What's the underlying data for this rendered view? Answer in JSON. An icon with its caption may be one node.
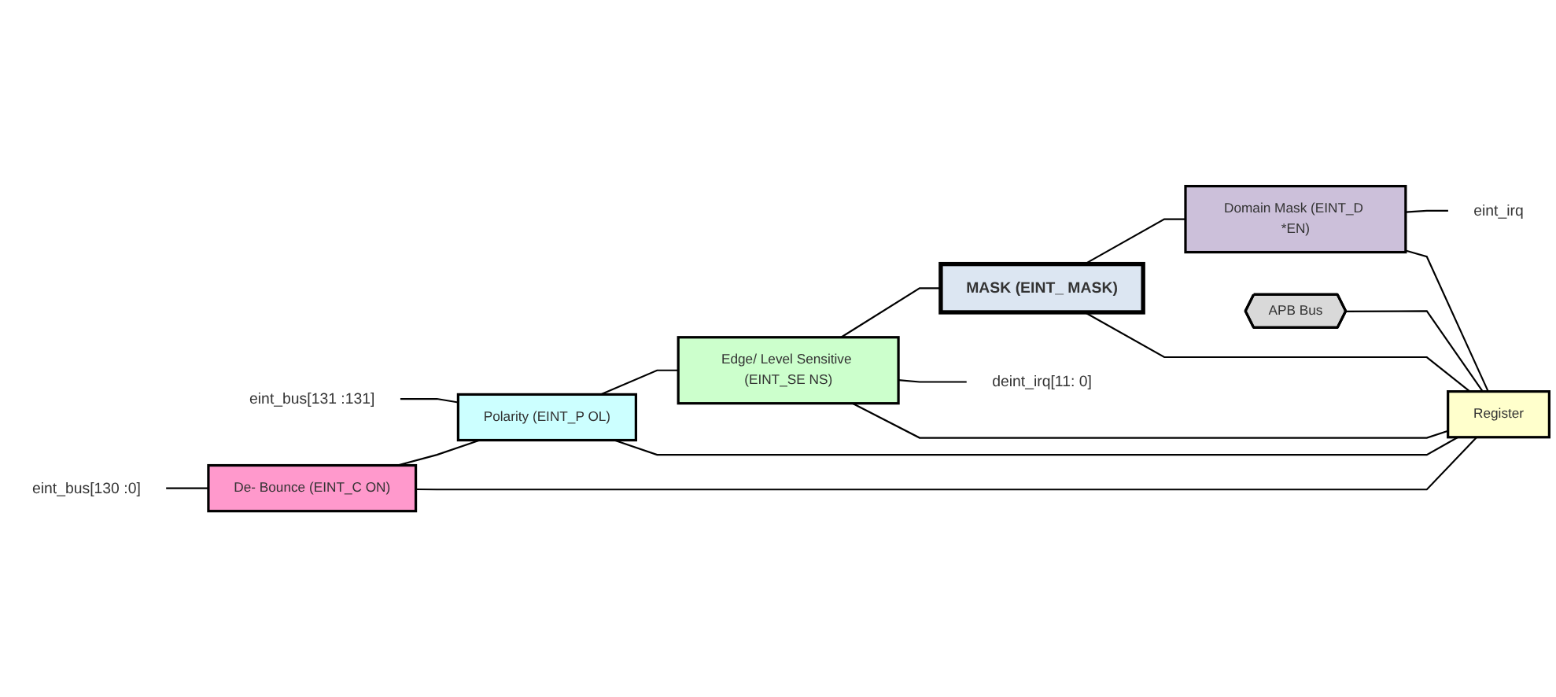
{
  "diagram": {
    "nodes": [
      {
        "text": [
          "eint_bus[131 :131]"
        ]
      },
      {
        "text": [
          "eint_bus[130 :0]"
        ]
      },
      {
        "text": [
          "De- Bounce (EINT_C ON)"
        ]
      },
      {
        "text": [
          "Polarity (EINT_P OL)"
        ]
      },
      {
        "text": [
          "Edge/ Level Sensitive (EINT_SE NS)"
        ]
      },
      {
        "text": [
          "MASK (EINT_ MASK)"
        ]
      },
      {
        "text": [
          "Domain Mask (EINT_D *EN)"
        ]
      },
      {
        "text": [
          "deint_irq[11: 0]"
        ]
      },
      {
        "text": [
          "eint_irq"
        ]
      },
      {
        "text": [
          "APB Bus"
        ]
      },
      {
        "text": [
          "Register"
        ]
      }
    ],
    "edges": [
      {
        "from": 0,
        "to": 3,
        "arrow": "none"
      },
      {
        "from": 1,
        "to": 2,
        "arrow": "none"
      },
      {
        "from": 2,
        "to": 3,
        "arrow": "none"
      },
      {
        "from": 3,
        "to": 4,
        "arrow": "none"
      },
      {
        "from": 4,
        "to": 5,
        "arrow": "none"
      },
      {
        "from": 4,
        "to": 7,
        "arrow": "none"
      },
      {
        "from": 5,
        "to": 6,
        "arrow": "none"
      },
      {
        "from": 6,
        "to": 8,
        "arrow": "none"
      },
      {
        "from": 2,
        "to": 10,
        "arrow": "none"
      },
      {
        "from": 3,
        "to": 10,
        "arrow": "none"
      },
      {
        "from": 4,
        "to": 10,
        "arrow": "none"
      },
      {
        "from": 5,
        "to": 10,
        "arrow": "none"
      },
      {
        "from": 6,
        "to": 10,
        "arrow": "none"
      },
      {
        "from": 9,
        "to": 10,
        "arrow": "none"
      }
    ]
  }
}
